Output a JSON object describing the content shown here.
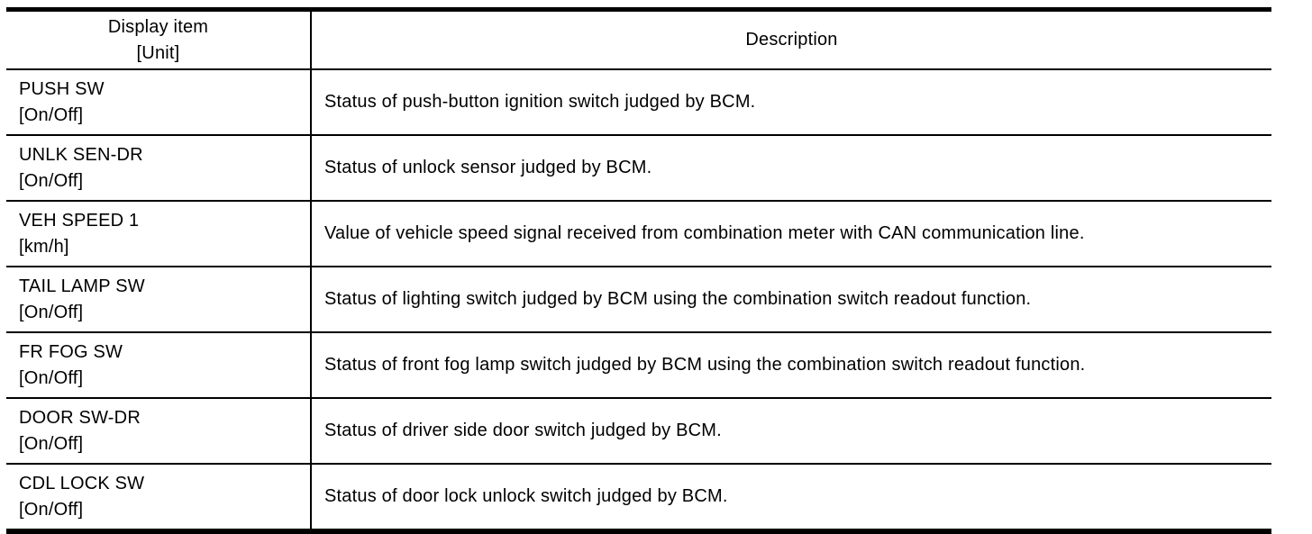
{
  "table": {
    "header": {
      "item_title": "Display item",
      "item_unit_label": "[Unit]",
      "description_title": "Description"
    },
    "rows": [
      {
        "name": "PUSH SW",
        "unit": "[On/Off]",
        "description": "Status of push-button ignition switch judged by BCM."
      },
      {
        "name": "UNLK SEN-DR",
        "unit": "[On/Off]",
        "description": "Status of unlock sensor judged by BCM."
      },
      {
        "name": "VEH SPEED 1",
        "unit": "[km/h]",
        "description": "Value of vehicle speed signal received from combination meter with CAN communication line."
      },
      {
        "name": "TAIL LAMP SW",
        "unit": "[On/Off]",
        "description": "Status of lighting switch judged by BCM using the combination switch readout function."
      },
      {
        "name": "FR FOG SW",
        "unit": "[On/Off]",
        "description": "Status of front fog lamp switch judged by BCM using the combination switch readout function."
      },
      {
        "name": "DOOR SW-DR",
        "unit": "[On/Off]",
        "description": "Status of driver side door switch judged by BCM."
      },
      {
        "name": "CDL LOCK SW",
        "unit": "[On/Off]",
        "description": "Status of door lock unlock switch judged by BCM."
      }
    ],
    "colors": {
      "border": "#000000",
      "text": "#000000",
      "background": "#ffffff"
    }
  }
}
